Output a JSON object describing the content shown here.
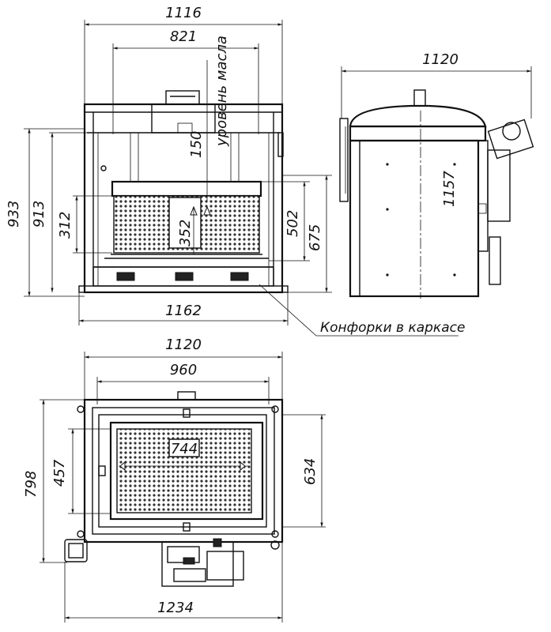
{
  "front_view": {
    "dims": {
      "overall_width": "1116",
      "inner_width": "821",
      "oil_level_label": "уровень масла",
      "oil_level_offset": "150",
      "height_total": "933",
      "height_frame": "913",
      "basket_height": "312",
      "basket_inner": "352",
      "tank_depth": "502",
      "tank_height": "675",
      "bottom_width": "1162"
    }
  },
  "side_view": {
    "dims": {
      "overall_width": "1120",
      "height": "1157"
    }
  },
  "callout": "Конфорки в каркасе",
  "top_view": {
    "dims": {
      "overall_width": "1120",
      "inner_width": "960",
      "depth_total": "798",
      "basket_depth": "457",
      "basket_width": "744",
      "inner_depth": "634",
      "bottom_width": "1234"
    }
  }
}
